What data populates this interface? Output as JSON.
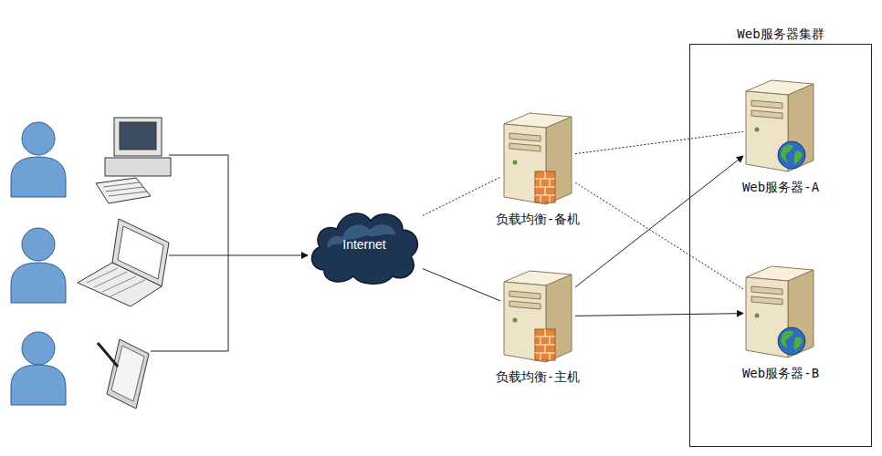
{
  "diagram": {
    "nodes": [
      {
        "text": [
          "Internet"
        ]
      },
      {
        "text": [
          "负载均衡-备机"
        ]
      },
      {
        "text": [
          "负载均衡-主机"
        ]
      },
      {
        "text": [
          "Web服务器集群"
        ]
      },
      {
        "text": [
          "Web服务器-A"
        ],
        "in": 3
      },
      {
        "text": [
          "Web服务器-B"
        ],
        "in": 3
      }
    ],
    "edges": [
      {
        "from": 0,
        "to": 1,
        "arrow": "none"
      },
      {
        "from": 0,
        "to": 2,
        "arrow": "none"
      },
      {
        "from": 1,
        "to": 4,
        "arrow": "none"
      },
      {
        "from": 1,
        "to": 5,
        "arrow": "none"
      },
      {
        "from": 2,
        "to": 4,
        "arrow": "to"
      },
      {
        "from": 2,
        "to": 5,
        "arrow": "to"
      }
    ]
  }
}
